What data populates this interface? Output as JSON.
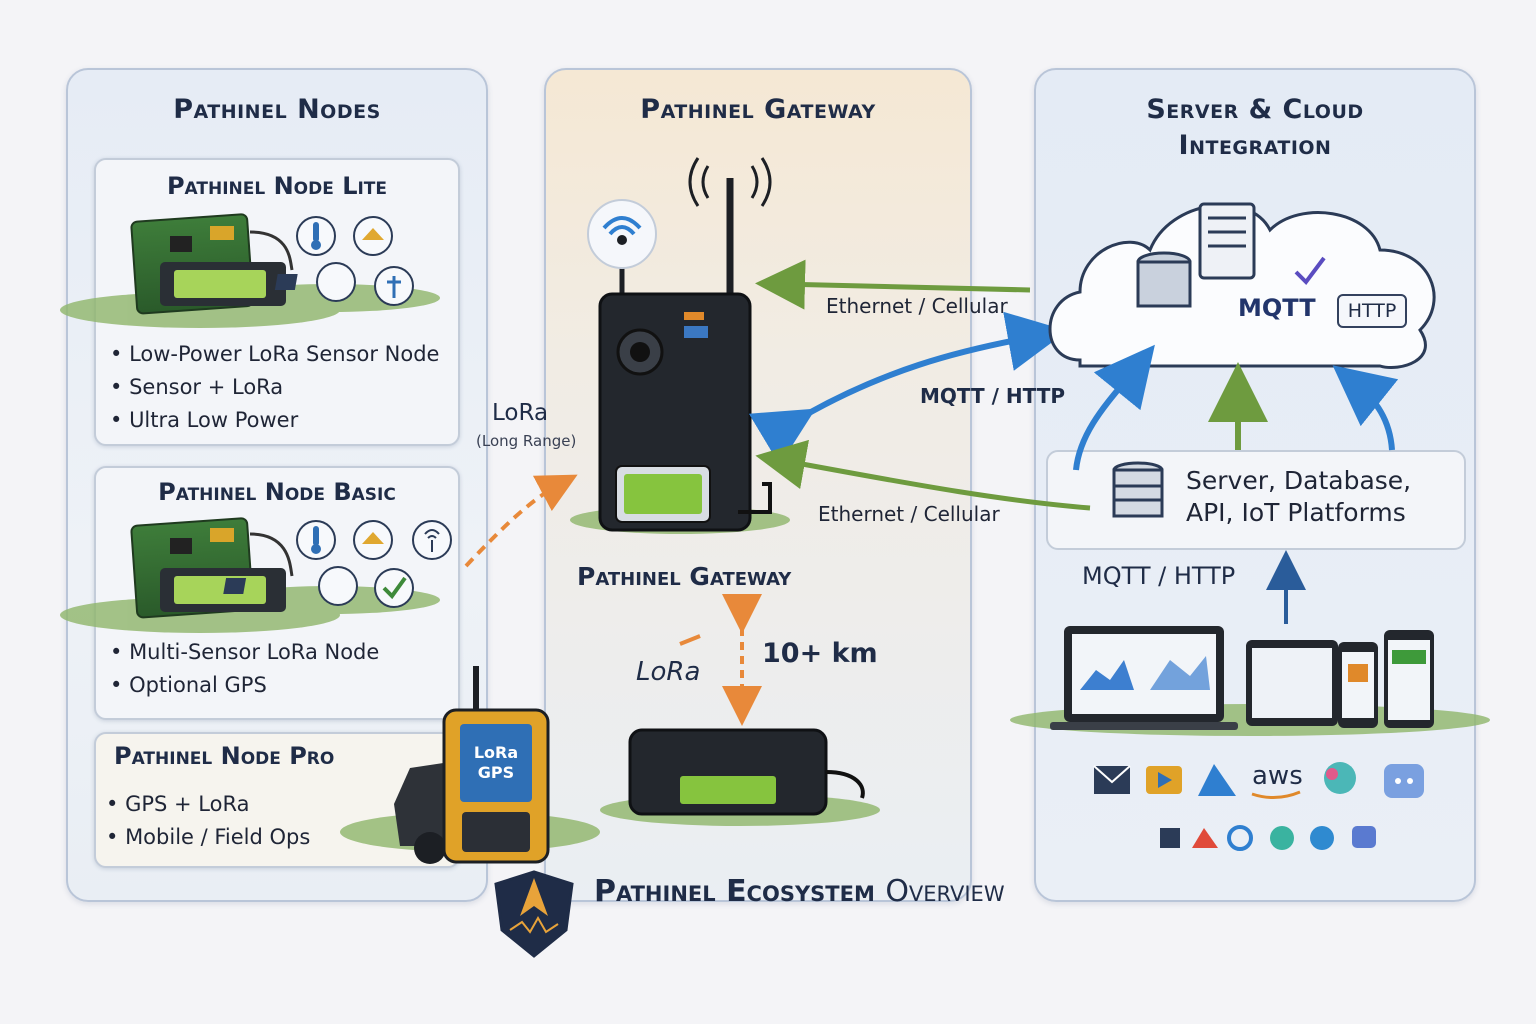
{
  "nodes_panel": {
    "title": "Pathinel Nodes",
    "lite": {
      "title": "Pathinel Node Lite",
      "bullets": [
        "Low-Power LoRa Sensor Node",
        "Sensor + LoRa",
        "Ultra Low Power"
      ]
    },
    "basic": {
      "title": "Pathinel Node Basic",
      "bullets": [
        "Multi-Sensor LoRa Node",
        "Optional GPS"
      ]
    },
    "pro": {
      "title": "Pathinel Node Pro",
      "bullets": [
        "GPS + LoRa",
        "Mobile / Field Ops"
      ],
      "device_screen": [
        "LoRa",
        "GPS"
      ]
    }
  },
  "gateway_panel": {
    "title": "Pathinel Gateway",
    "subtitle": "Pathinel Gateway",
    "lora_logo": "LoRa",
    "range": "10+ km"
  },
  "cloud_panel": {
    "title_line1": "Server & Cloud",
    "title_line2": "Integration",
    "mqtt_badge": "MQTT",
    "http_badge": "HTTP",
    "server_card": [
      "Server, Database,",
      "API, IoT Platforms"
    ],
    "mqtt_http_label": "MQTT / HTTP",
    "aws_label": "aws"
  },
  "links": {
    "ethernet_top": "Ethernet / Cellular",
    "mqtt_http_mid": "MQTT / HTTP",
    "ethernet_bottom": "Ethernet / Cellular",
    "lora": "LoRa",
    "lora_sub": "(Long Range)"
  },
  "footer": {
    "title_bold": "Pathinel Ecosystem",
    "title_thin": "Overview"
  },
  "colors": {
    "green_arrow": "#6e9b3f",
    "blue_arrow": "#2f7fd0",
    "orange_arrow": "#e8893a",
    "navy": "#1f2c47"
  }
}
